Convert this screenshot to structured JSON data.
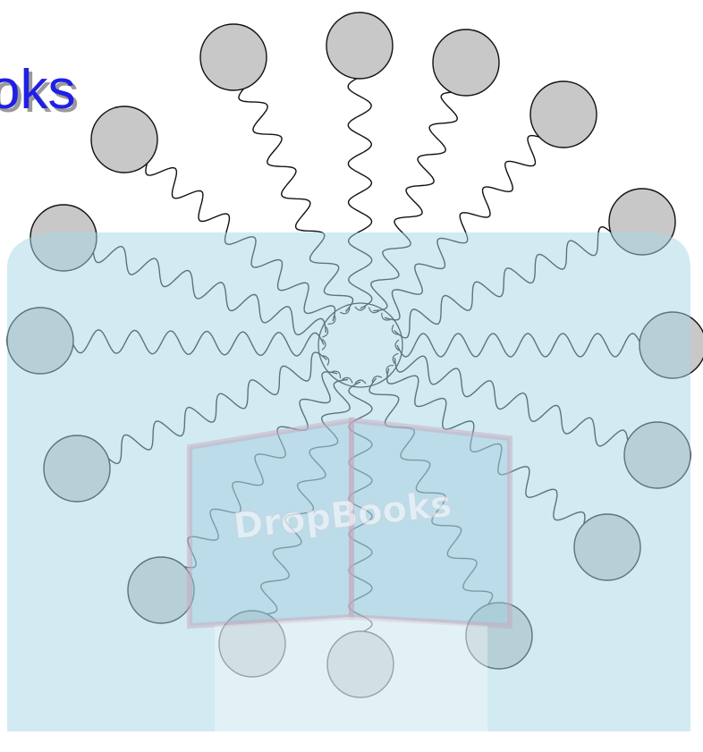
{
  "heading": {
    "text": "oks",
    "color": "#1f1fe6",
    "shadow_color": "#9a9a9a"
  },
  "diagram": {
    "head_fill": "#c8c8c8",
    "line_color": "#111111",
    "head_count": 16
  },
  "watermark": {
    "text": "DropBooks",
    "panel_color": "#cde8f0",
    "book_color": "#b8dbe8",
    "book_edge_color": "#c9b3c4"
  }
}
